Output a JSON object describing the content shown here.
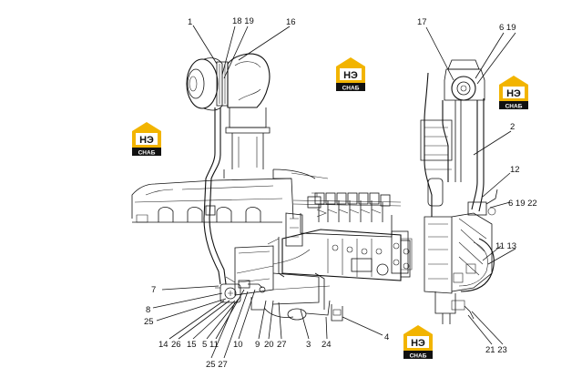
{
  "logo": {
    "big": "НЭ",
    "small": "СНАБ",
    "color_bg": "#f2b400",
    "color_dark": "#111111"
  },
  "callouts": {
    "c1": "1",
    "c18_19": "18 19",
    "c16": "16",
    "c17": "17",
    "c6_19_top": "6 19",
    "c2": "2",
    "c12": "12",
    "c6_19_22": "6 19 22",
    "c11_13": "11 13",
    "c21_23": "21 23",
    "c7": "7",
    "c8": "8",
    "c25": "25",
    "c14": "14",
    "c26": "26",
    "c15": "15",
    "c5": "5",
    "c11": "11",
    "c10": "10",
    "c9": "9",
    "c20": "20",
    "c27": "27",
    "c3": "3",
    "c24": "24",
    "c4": "4",
    "c25_27": "25 27"
  }
}
